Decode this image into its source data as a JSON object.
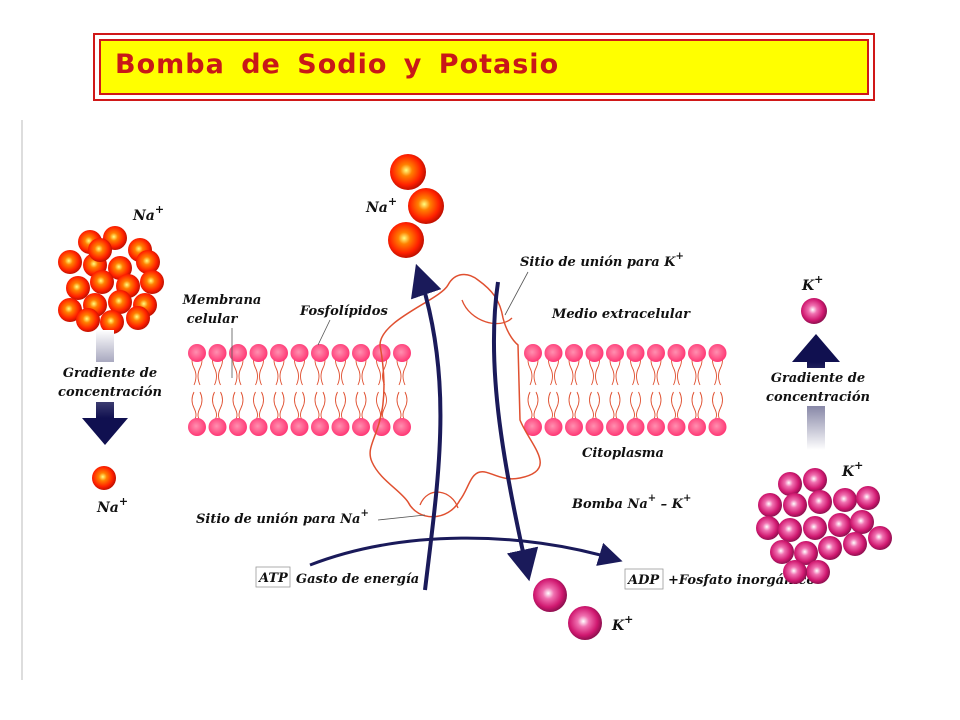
{
  "title": "Bomba  de  Sodio  y  Potasio",
  "labels": {
    "na_top_left": "Na",
    "na_bottom_left": "Na",
    "na_top_center": "Na",
    "k_top_right": "K",
    "k_bottom_right": "K",
    "k_bottom_center": "K",
    "plus": "+",
    "gradient_left_1": "Gradiente de",
    "gradient_left_2": "concentración",
    "gradient_right_1": "Gradiente de",
    "gradient_right_2": "concentración",
    "membrane_1": "Membrana",
    "membrane_2": "celular",
    "phospholipids": "Fosfolípidos",
    "k_binding_site": "Sitio de unión para K",
    "extracellular": "Medio extracelular",
    "cytoplasm": "Citoplasma",
    "pump": "Bomba Na",
    "pump_minus": " – K",
    "na_binding_site": "Sitio de unión para Na",
    "atp": "ATP",
    "energy": "Gasto de energía",
    "adp": "ADP",
    "phosphate": "+Fosfato inorgánico"
  },
  "colors": {
    "sodium": "#ff3000",
    "potassium": "#d81870",
    "arrow": "#1a1a5a",
    "title_bg": "#ffff00",
    "title_text": "#c81818"
  }
}
